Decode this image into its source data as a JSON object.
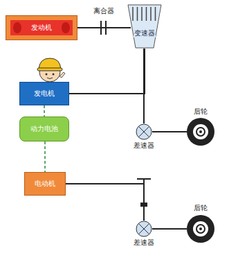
{
  "diagram": {
    "nodes": [
      {
        "text": [
          "发动机"
        ]
      },
      {
        "text": [
          "变速器"
        ]
      },
      {
        "text": [
          "发电机"
        ]
      },
      {
        "text": [
          "动力电池"
        ]
      },
      {
        "text": [
          "电动机"
        ]
      },
      {
        "text": [
          "差速器"
        ]
      },
      {
        "text": [
          "差速器"
        ]
      }
    ],
    "edges": [
      {
        "from": 0,
        "to": 1,
        "arrow": "none"
      },
      {
        "from": 1,
        "to": 5,
        "arrow": "none"
      },
      {
        "from": 2,
        "to": 1,
        "arrow": "none"
      },
      {
        "from": 2,
        "to": 3,
        "arrow": "none"
      },
      {
        "from": 3,
        "to": 4,
        "arrow": "none"
      },
      {
        "from": 4,
        "to": 6,
        "arrow": "none"
      }
    ],
    "labels": [
      "离合器",
      "后轮",
      "后轮"
    ]
  }
}
